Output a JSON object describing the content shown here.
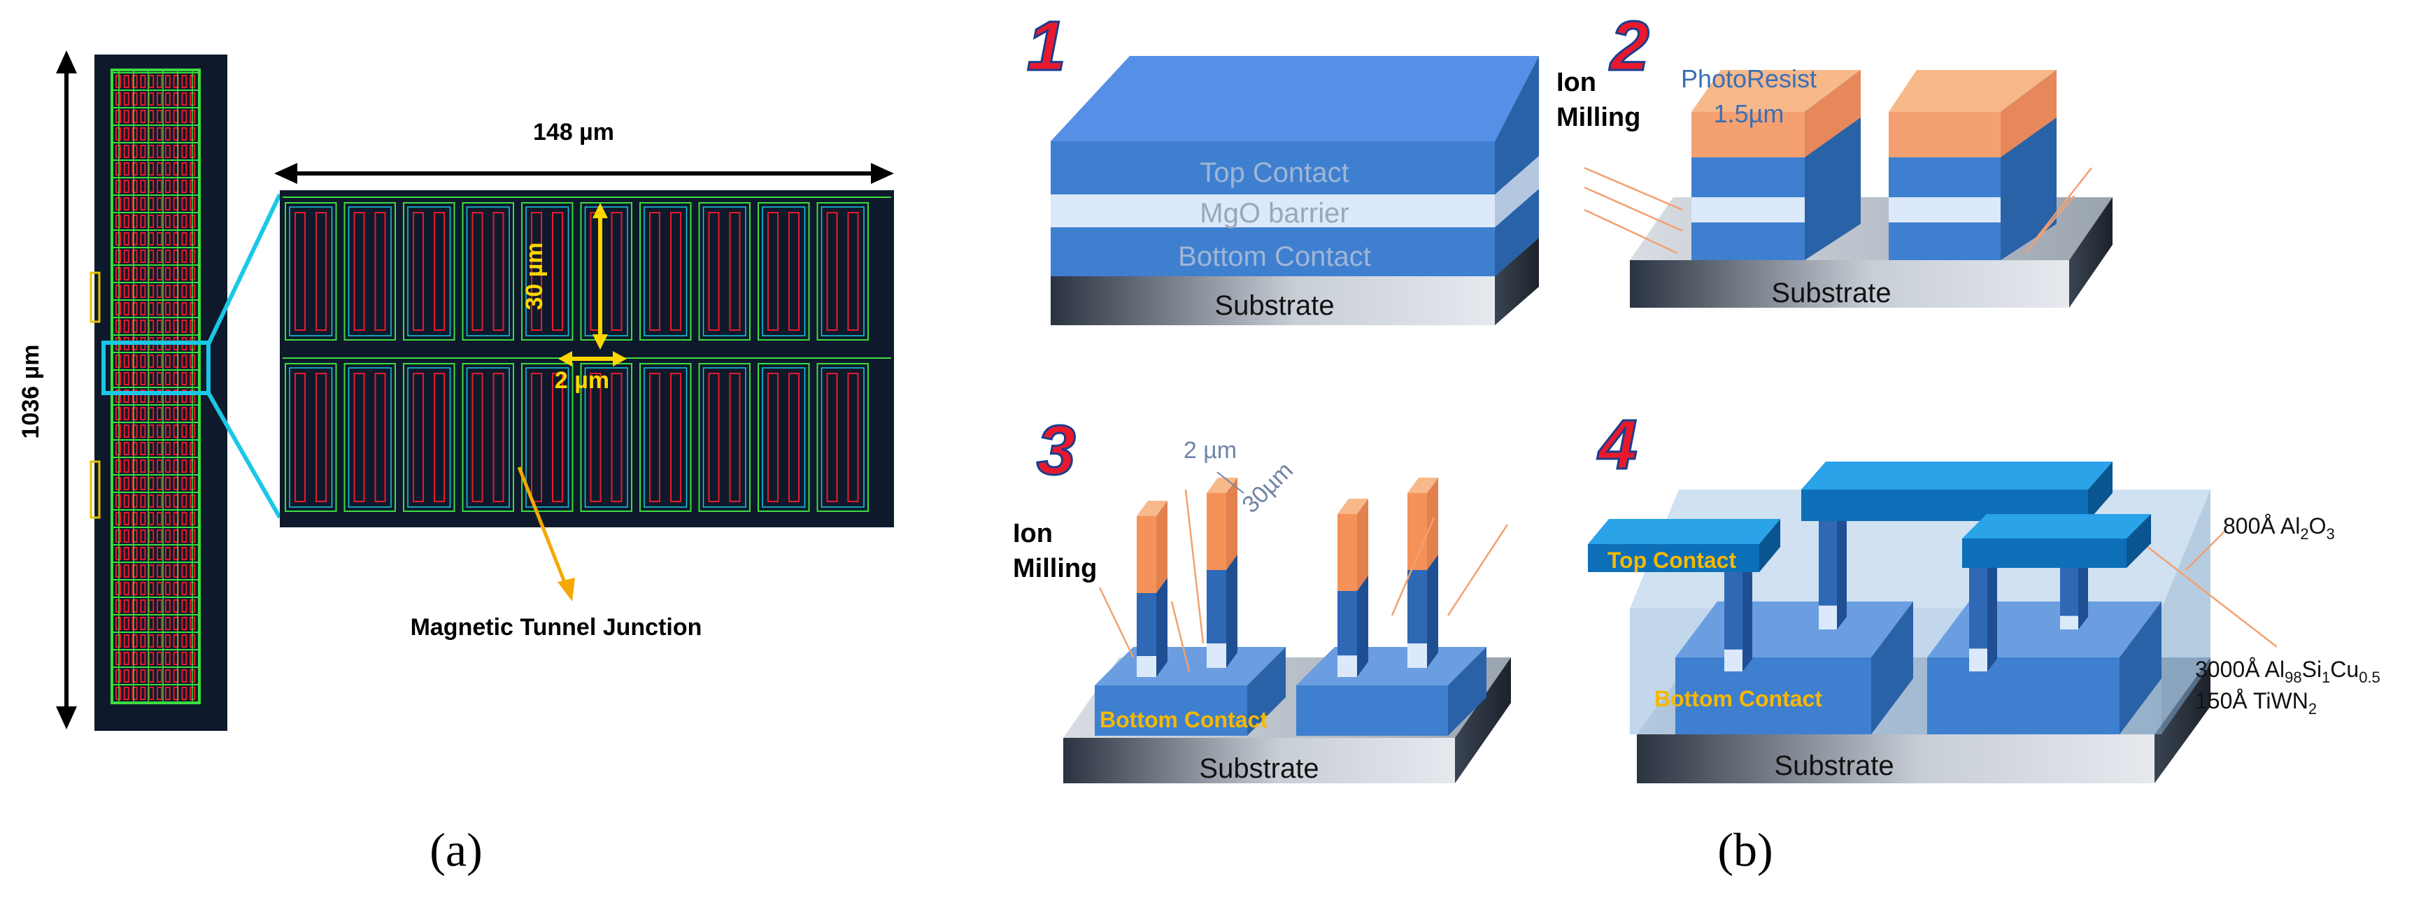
{
  "panel_a": {
    "width_label": "148  µm",
    "height_label": "1036  µm",
    "length_label": "30  µm",
    "gap_label": "2  µm",
    "mtj_label": "Magnetic Tunnel Junction",
    "caption": "(a)"
  },
  "panel_b": {
    "caption": "(b)",
    "step1": {
      "number": "1",
      "top_contact": "Top Contact",
      "barrier": "MgO barrier",
      "bottom_contact": "Bottom Contact",
      "substrate": "Substrate"
    },
    "step2": {
      "number": "2",
      "ion_line1": "Ion",
      "ion_line2": "Milling",
      "photoresist_line1": "PhotoResist",
      "photoresist_line2": "1.5µm",
      "substrate": "Substrate"
    },
    "step3": {
      "number": "3",
      "ion_line1": "Ion",
      "ion_line2": "Milling",
      "dim_width": "2 µm",
      "dim_length": "30µm",
      "bottom_contact": "Bottom Contact",
      "substrate": "Substrate"
    },
    "step4": {
      "number": "4",
      "top_contact": "Top Contact",
      "bottom_contact": "Bottom Contact",
      "substrate": "Substrate",
      "oxide": {
        "pre": "800Å Al",
        "sub1": "2",
        "mid": "O",
        "sub2": "3"
      },
      "metal": {
        "pre": "3000Å Al",
        "sub1": "98",
        "mid1": "Si",
        "sub2": "1",
        "mid2": "Cu",
        "sub3": "0.5"
      },
      "barrier_metal": {
        "pre": "150Å TiWN",
        "sub1": "2"
      }
    }
  },
  "colors": {
    "layout_bg": "#0e1a2b",
    "trace_green": "#3ddc3d",
    "junction_red": "#e8192c",
    "cyan": "#19c8e6",
    "yellow": "#ffd700",
    "step_number": "#e8192c",
    "contact_blue": "#3f7fd0",
    "photoresist": "#f5925a",
    "label_orange": "#f5b800"
  }
}
